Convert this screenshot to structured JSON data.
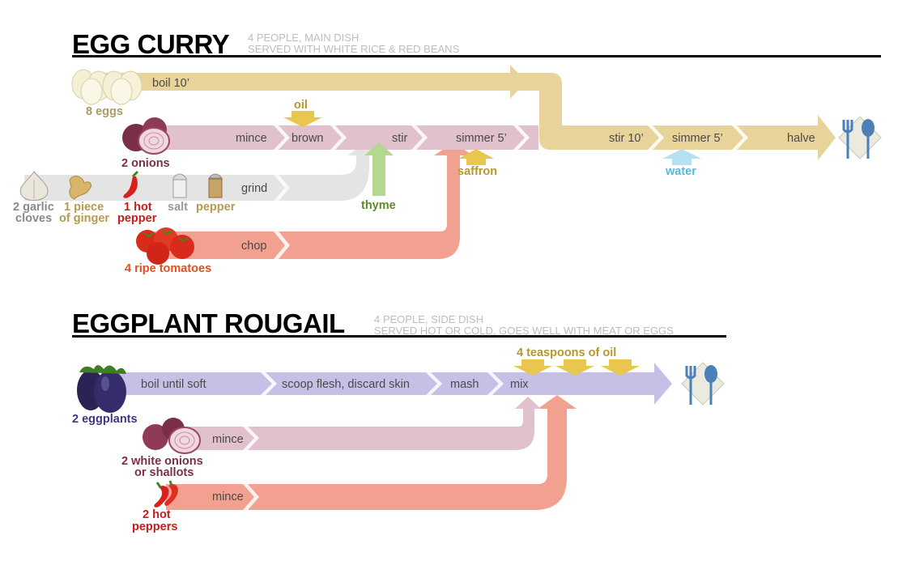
{
  "colors": {
    "egg": "#e8d49a",
    "onion": "#e0c1cd",
    "spice": "#e3e3e3",
    "tomato": "#f2a090",
    "eggplant": "#c7c0e6",
    "oil": "#e9c64d",
    "thyme": "#b5d88f",
    "water": "#b4e1f4"
  },
  "recipes": [
    {
      "title": "EGG CURRY",
      "subtitle_line1": "4 PEOPLE, MAIN DISH",
      "subtitle_line2": "SERVED WITH WHITE RICE & RED BEANS",
      "ingredients": {
        "eggs": "8 eggs",
        "onions": "2 onions",
        "garlic_1": "2 garlic",
        "garlic_2": "cloves",
        "ginger_1": "1 piece",
        "ginger_2": "of ginger",
        "pepper_1": "1 hot",
        "pepper_2": "pepper",
        "salt": "salt",
        "pepper_spice": "pepper",
        "tomatoes": "4 ripe tomatoes"
      },
      "additions": {
        "oil": "oil",
        "saffron": "saffron",
        "thyme": "thyme",
        "water": "water"
      },
      "steps": {
        "boil": "boil 10’",
        "mince": "mince",
        "brown": "brown",
        "stir": "stir",
        "simmer": "simmer 5’",
        "grind": "grind",
        "chop": "chop",
        "stir10": "stir 10’",
        "simmer2": "simmer 5’",
        "halve": "halve"
      },
      "icons": [
        "eggs-icon",
        "onion-icon",
        "garlic-icon",
        "ginger-icon",
        "chili-pepper-icon",
        "salt-shaker-icon",
        "pepper-shaker-icon",
        "tomatoes-icon",
        "place-setting-icon"
      ]
    },
    {
      "title": "EGGPLANT ROUGAIL",
      "subtitle_line1": "4 PEOPLE, SIDE DISH",
      "subtitle_line2": "SERVED HOT OR COLD, GOES WELL WITH MEAT OR EGGS",
      "ingredients": {
        "eggplants": "2 eggplants",
        "onions_1": "2 white onions",
        "onions_2": "or shallots",
        "peppers_1": "2 hot",
        "peppers_2": "peppers"
      },
      "additions": {
        "oil": "4 teaspoons of oil"
      },
      "steps": {
        "boil": "boil until soft",
        "scoop": "scoop flesh, discard skin",
        "mash": "mash",
        "mix": "mix",
        "mince1": "mince",
        "mince2": "mince"
      },
      "icons": [
        "eggplant-icon",
        "onion-icon",
        "chili-pepper-icon",
        "place-setting-icon"
      ]
    }
  ]
}
